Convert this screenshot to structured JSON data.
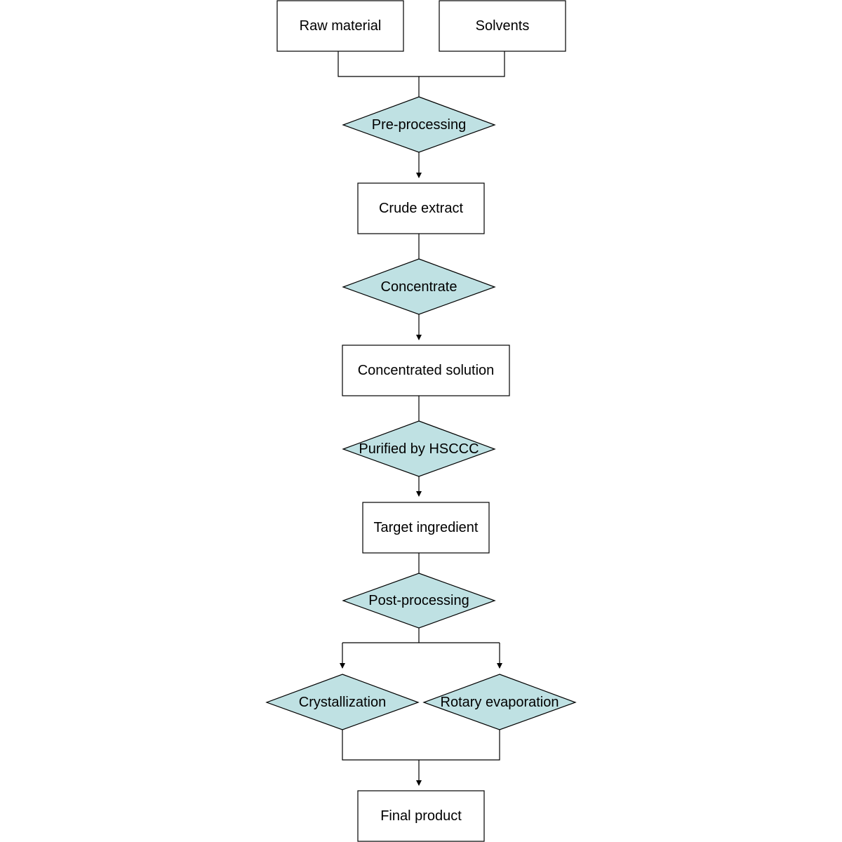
{
  "nodes": {
    "raw_material": "Raw material",
    "solvents": "Solvents",
    "pre_processing": "Pre-processing",
    "crude_extract": "Crude extract",
    "concentrate": "Concentrate",
    "concentrated_solution": "Concentrated solution",
    "purified_by_hsccc": "Purified by HSCCC",
    "target_ingredient": "Target ingredient",
    "post_processing": "Post-processing",
    "crystallization": "Crystallization",
    "rotary_evaporation": "Rotary evaporation",
    "final_product": "Final product"
  },
  "colors": {
    "process_fill": "#bfe1e3",
    "box_fill": "#ffffff",
    "line": "#000000"
  }
}
